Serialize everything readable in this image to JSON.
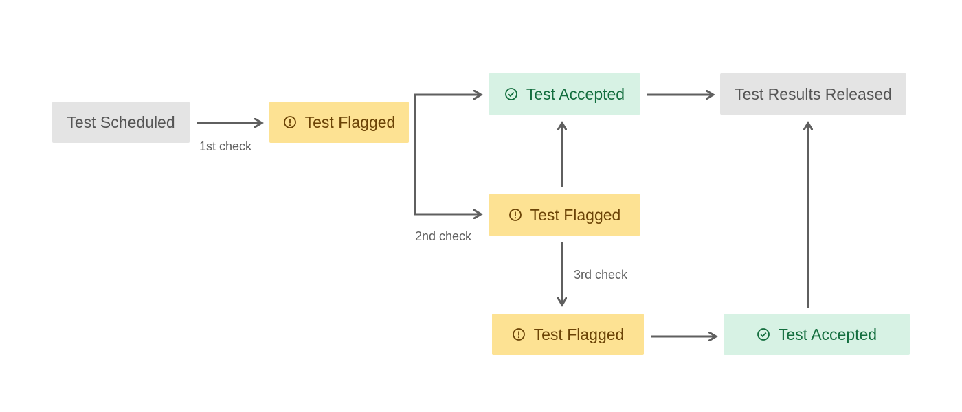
{
  "nodes": {
    "test_scheduled": "Test Scheduled",
    "flagged_1": "Test Flagged",
    "accepted_1": "Test Accepted",
    "results_released": "Test Results Released",
    "flagged_2": "Test Flagged",
    "flagged_3": "Test Flagged",
    "accepted_2": "Test Accepted"
  },
  "edge_labels": {
    "first_check": "1st check",
    "second_check": "2nd check",
    "third_check": "3rd check"
  },
  "icons": {
    "flagged": "alert-circle-icon",
    "accepted": "check-circle-icon"
  },
  "colors": {
    "neutral_bg": "#e4e4e4",
    "flagged_bg": "#fde293",
    "accepted_bg": "#d7f2e4",
    "arrow": "#5f5f5f"
  }
}
